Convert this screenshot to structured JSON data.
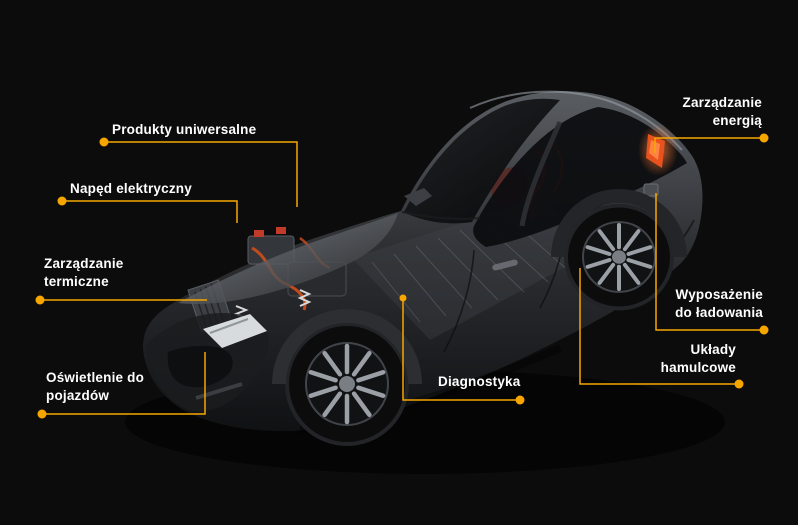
{
  "theme": {
    "background": "#0c0c0c",
    "accent": "#f7a600",
    "text": "#ffffff",
    "taillight": "#e8521f"
  },
  "diagram": {
    "labels": {
      "produkty_uniwersalne": "Produkty uniwersalne",
      "naped_elektryczny": "Napęd elektryczny",
      "zarzadzanie_termiczne": "Zarządzanie termiczne",
      "oswietlenie_do_pojazdow": "Oświetlenie do pojazdów",
      "diagnostyka": "Diagnostyka",
      "zarzadzanie_energia": "Zarządzanie energią",
      "wyposazenie_do_ladowania": "Wyposażenie do ładowania",
      "uklady_hamulcowe": "Układy hamulcowe"
    }
  }
}
